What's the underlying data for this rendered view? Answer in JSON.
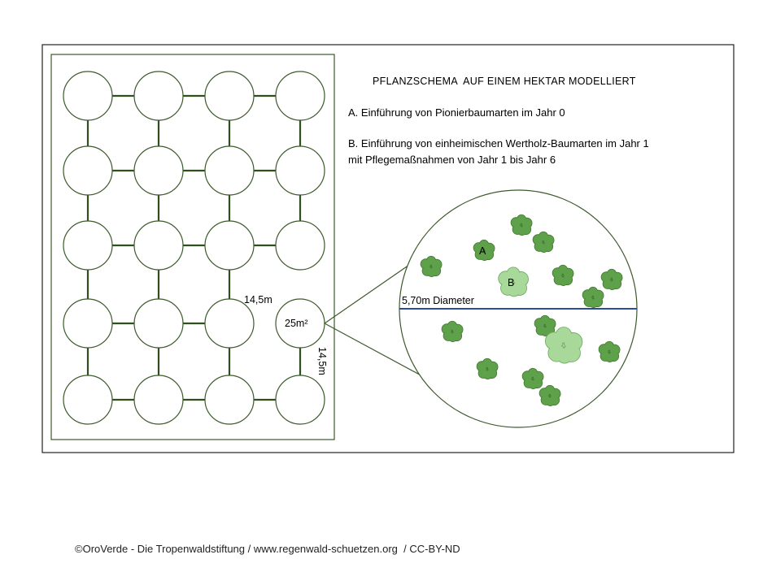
{
  "title": "PFLANZSCHEMA  AUF EINEM HEKTAR MODELLIERT",
  "legend": {
    "item_a": "A. Einführung von Pionierbaumarten im Jahr 0",
    "item_b_line1": "B. Einführung von einheimischen Wertholz-Baumarten im Jahr 1",
    "item_b_line2": "mit Pflegemaßnahmen von Jahr 1 bis Jahr 6"
  },
  "grid": {
    "rows": 5,
    "columns": 4,
    "cell_area_label": "25m²",
    "spacing_horizontal_label": "14,5m",
    "spacing_vertical_label": "14,5m"
  },
  "zoom": {
    "diameter_label": "5,70m Diameter",
    "marker_a": "A",
    "marker_b": "B"
  },
  "footer": "©OroVerde - Die Tropenwaldstiftung / www.regenwald-schuetzen.org  / CC-BY-ND",
  "colors": {
    "circle_stroke": "#3d5a2c",
    "connector": "#2f4f1f",
    "diameter_line": "#2e4a9a",
    "pioneer_tree": "#5fa14a",
    "pioneer_tree_outline": "#3f7a2e",
    "valuable_tree": "#a8d89a",
    "valuable_tree_outline": "#6aa85a"
  }
}
